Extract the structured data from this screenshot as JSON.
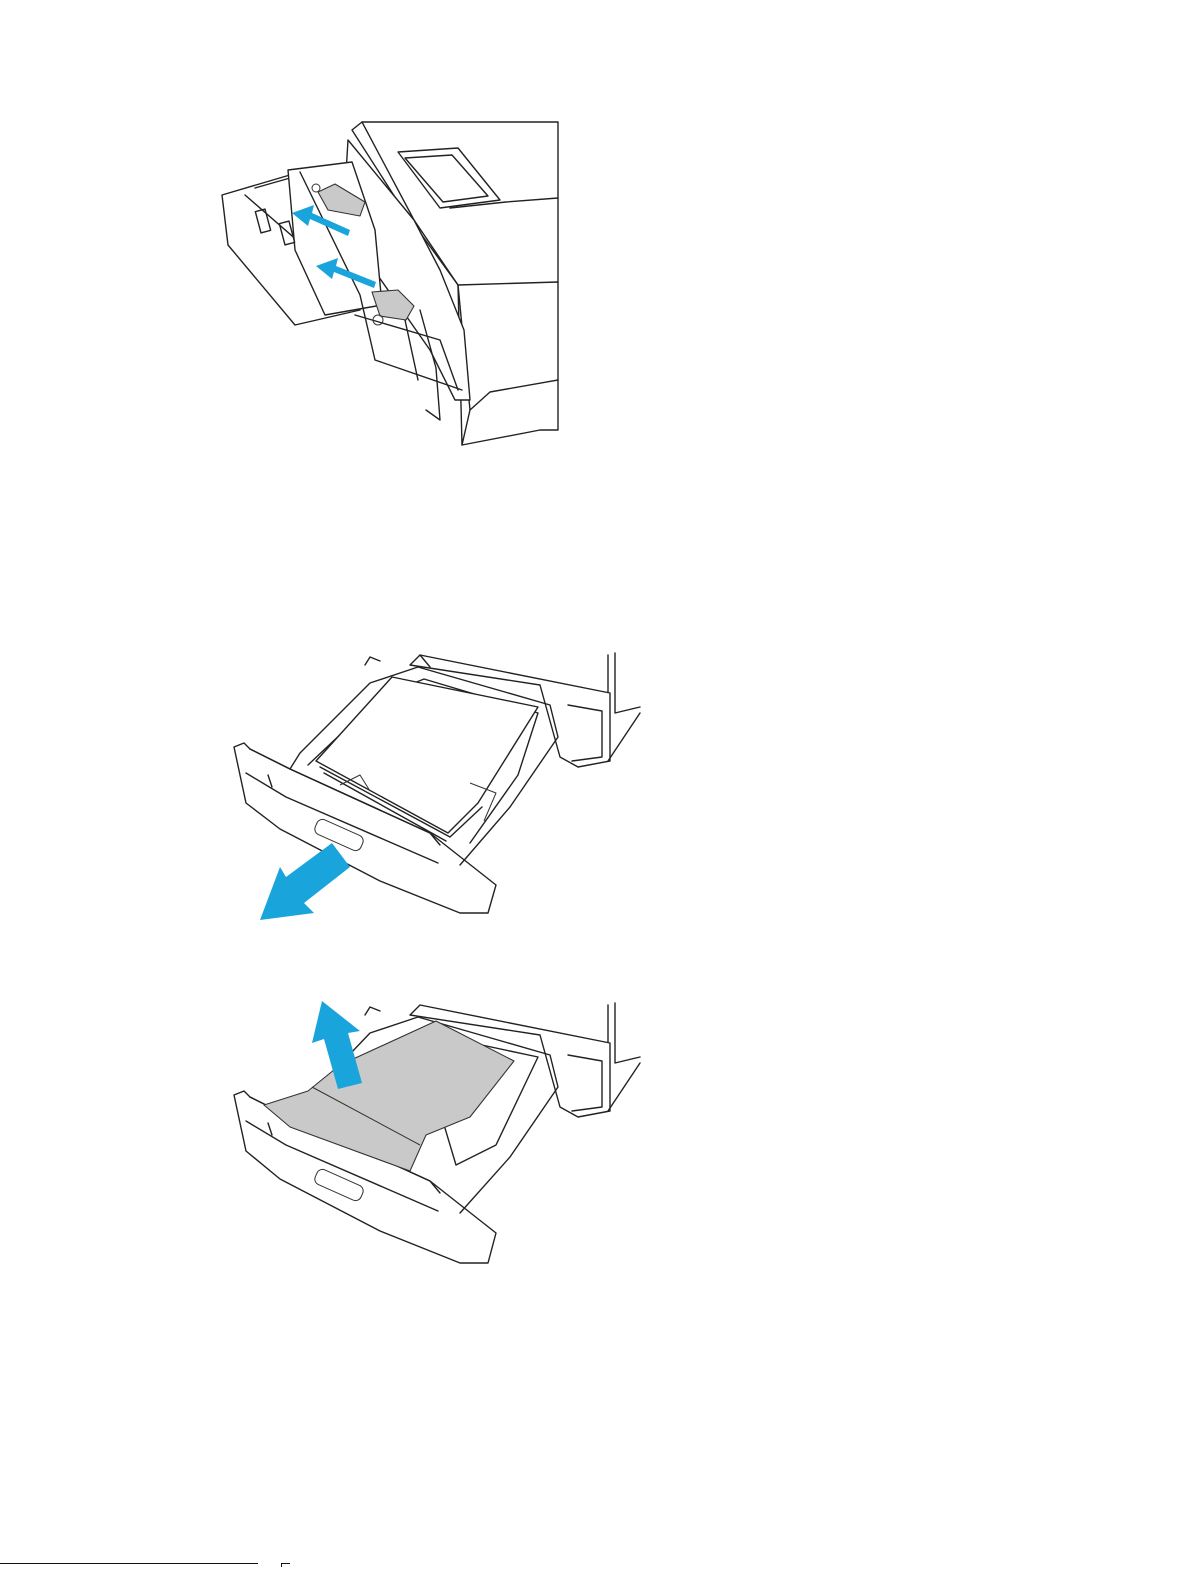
{
  "figures": [
    {
      "icon": "printer-manual-feed-tray-icon",
      "arrows": 2
    },
    {
      "icon": "pull-out-paper-tray-icon",
      "arrows": 1
    },
    {
      "icon": "remove-jammed-paper-icon",
      "arrows": 1
    }
  ],
  "colors": {
    "arrow": "#1aa4dc",
    "line": "#222222",
    "jammed_paper": "#c9c9c9",
    "background": "#ffffff"
  }
}
